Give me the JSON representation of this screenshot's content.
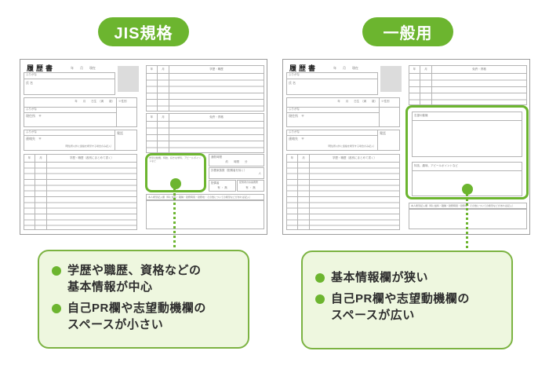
{
  "badges": {
    "jis": "JIS規格",
    "general": "一般用"
  },
  "resume": {
    "title": "履歴書",
    "date_note": "年　　月　　現在",
    "furigana": "ふりがな",
    "name_label": "氏 名",
    "birth": "年　　月　　日生　（満　　歳）",
    "gender": "※性別",
    "address_label": "現住所　〒",
    "contact_label": "連絡先　〒",
    "contact_note": "（現住所以外に連絡を希望する場合のみ記入）",
    "phone": "電話",
    "col_year": "年",
    "col_month": "月",
    "history_long": "学歴・職歴（各別にまとめて書く）",
    "education_header": "学歴・職歴",
    "license_header": "免許・資格",
    "motivation_small": "志望の動機、特技、好きな学科、アピールポイントなど",
    "commute_label": "通勤時間",
    "commute_value": "約　　時間　　分",
    "dependents_label": "扶養家族数（配偶者を除く）",
    "dependents_value": "人",
    "spouse_label": "配偶者",
    "spouse_value": "有 ・ 無",
    "spouse_duty_label": "配偶者の扶養義務",
    "spouse_duty_value": "有 ・ 無",
    "wishes_header": "本人希望記入欄（特に給料・職種・勤務時間・勤務地・その他についての希望などがあれば記入）",
    "motivation_big": "志望の動機",
    "pr_big": "特技、趣味、アピールポイントなど"
  },
  "callouts": {
    "left": {
      "item1_line1": "学歴や職歴、資格などの",
      "item1_line2": "基本情報が中心",
      "item2_line1": "自己PR欄や志望動機欄の",
      "item2_line2": "スペースが小さい"
    },
    "right": {
      "item1_line1": "基本情報欄が狭い",
      "item1_line2": "",
      "item2_line1": "自己PR欄や志望動機欄の",
      "item2_line2": "スペースが広い"
    }
  },
  "colors": {
    "green": "#6cb52f",
    "callout_bg": "#eef7df",
    "callout_border": "#7cb342"
  }
}
